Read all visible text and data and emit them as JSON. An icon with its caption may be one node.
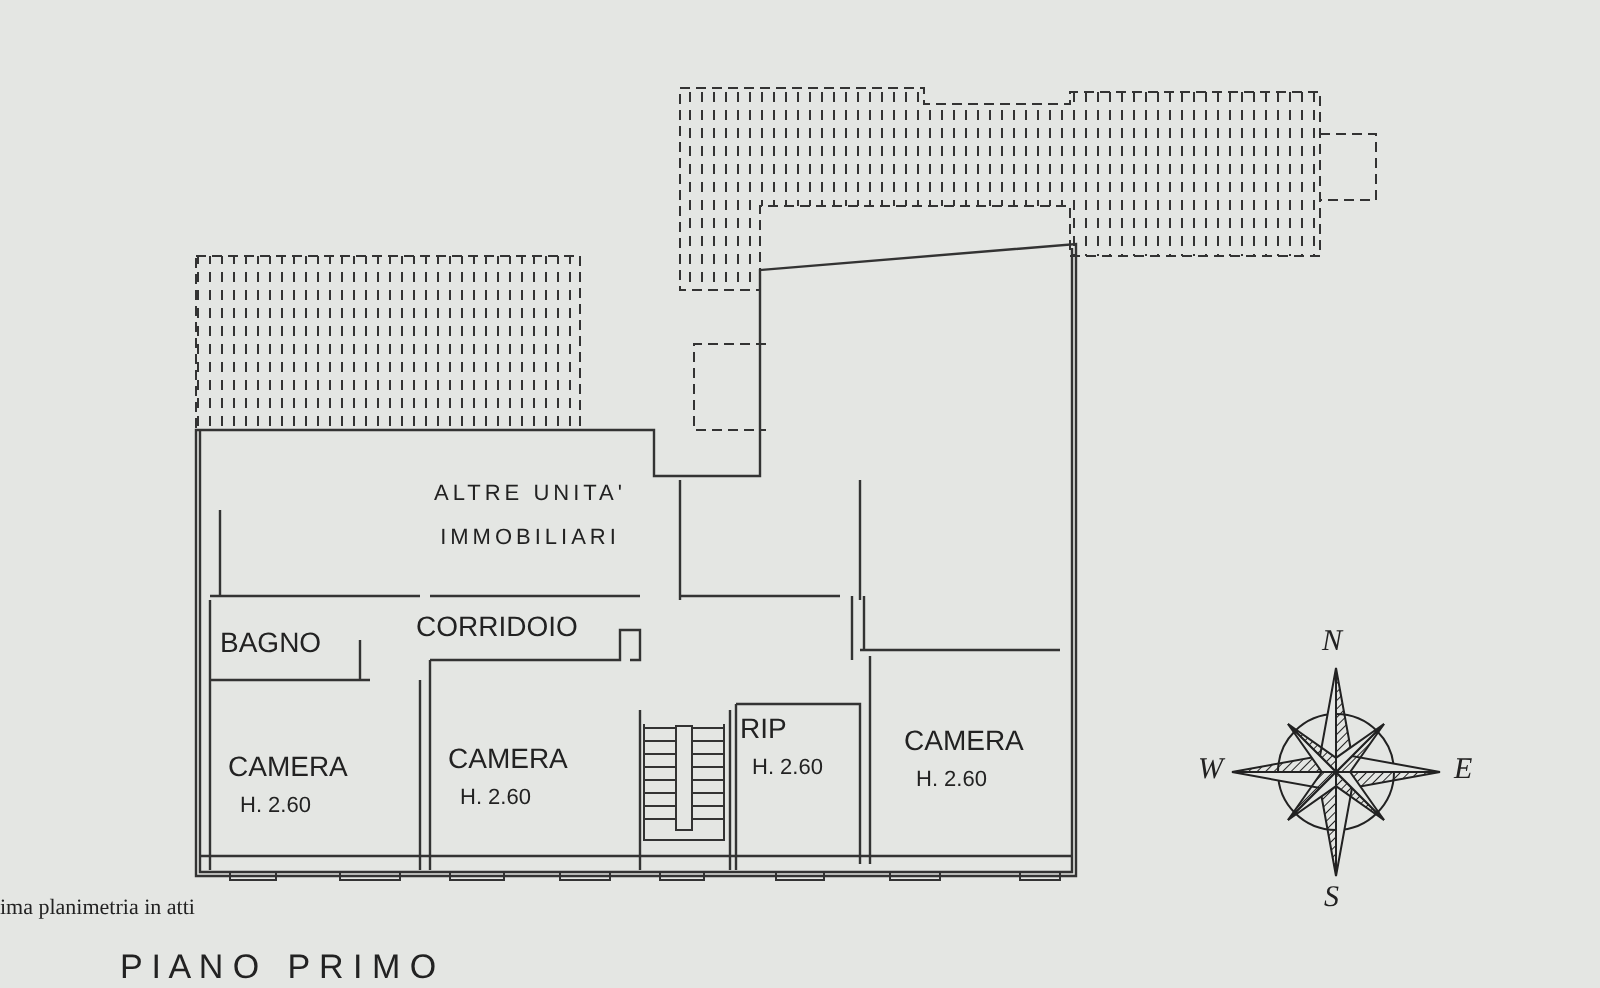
{
  "diagram": {
    "nodes": [
      {
        "text": [
          "ALTRE UNITA' IMMOBILIARI"
        ]
      },
      {
        "text": [
          "BAGNO"
        ]
      },
      {
        "text": [
          "CORRIDOIO"
        ]
      },
      {
        "text": [
          "CAMERA",
          "H. 2.60"
        ]
      },
      {
        "text": [
          "CAMERA",
          "H. 2.60"
        ]
      },
      {
        "text": [
          "RIP",
          "H. 2.60"
        ]
      },
      {
        "text": [
          "CAMERA",
          "H. 2.60"
        ]
      }
    ],
    "labels": [
      "N",
      "W",
      "E",
      "S",
      "ima planimetria in atti",
      "P I A N O   P R I M O"
    ]
  }
}
